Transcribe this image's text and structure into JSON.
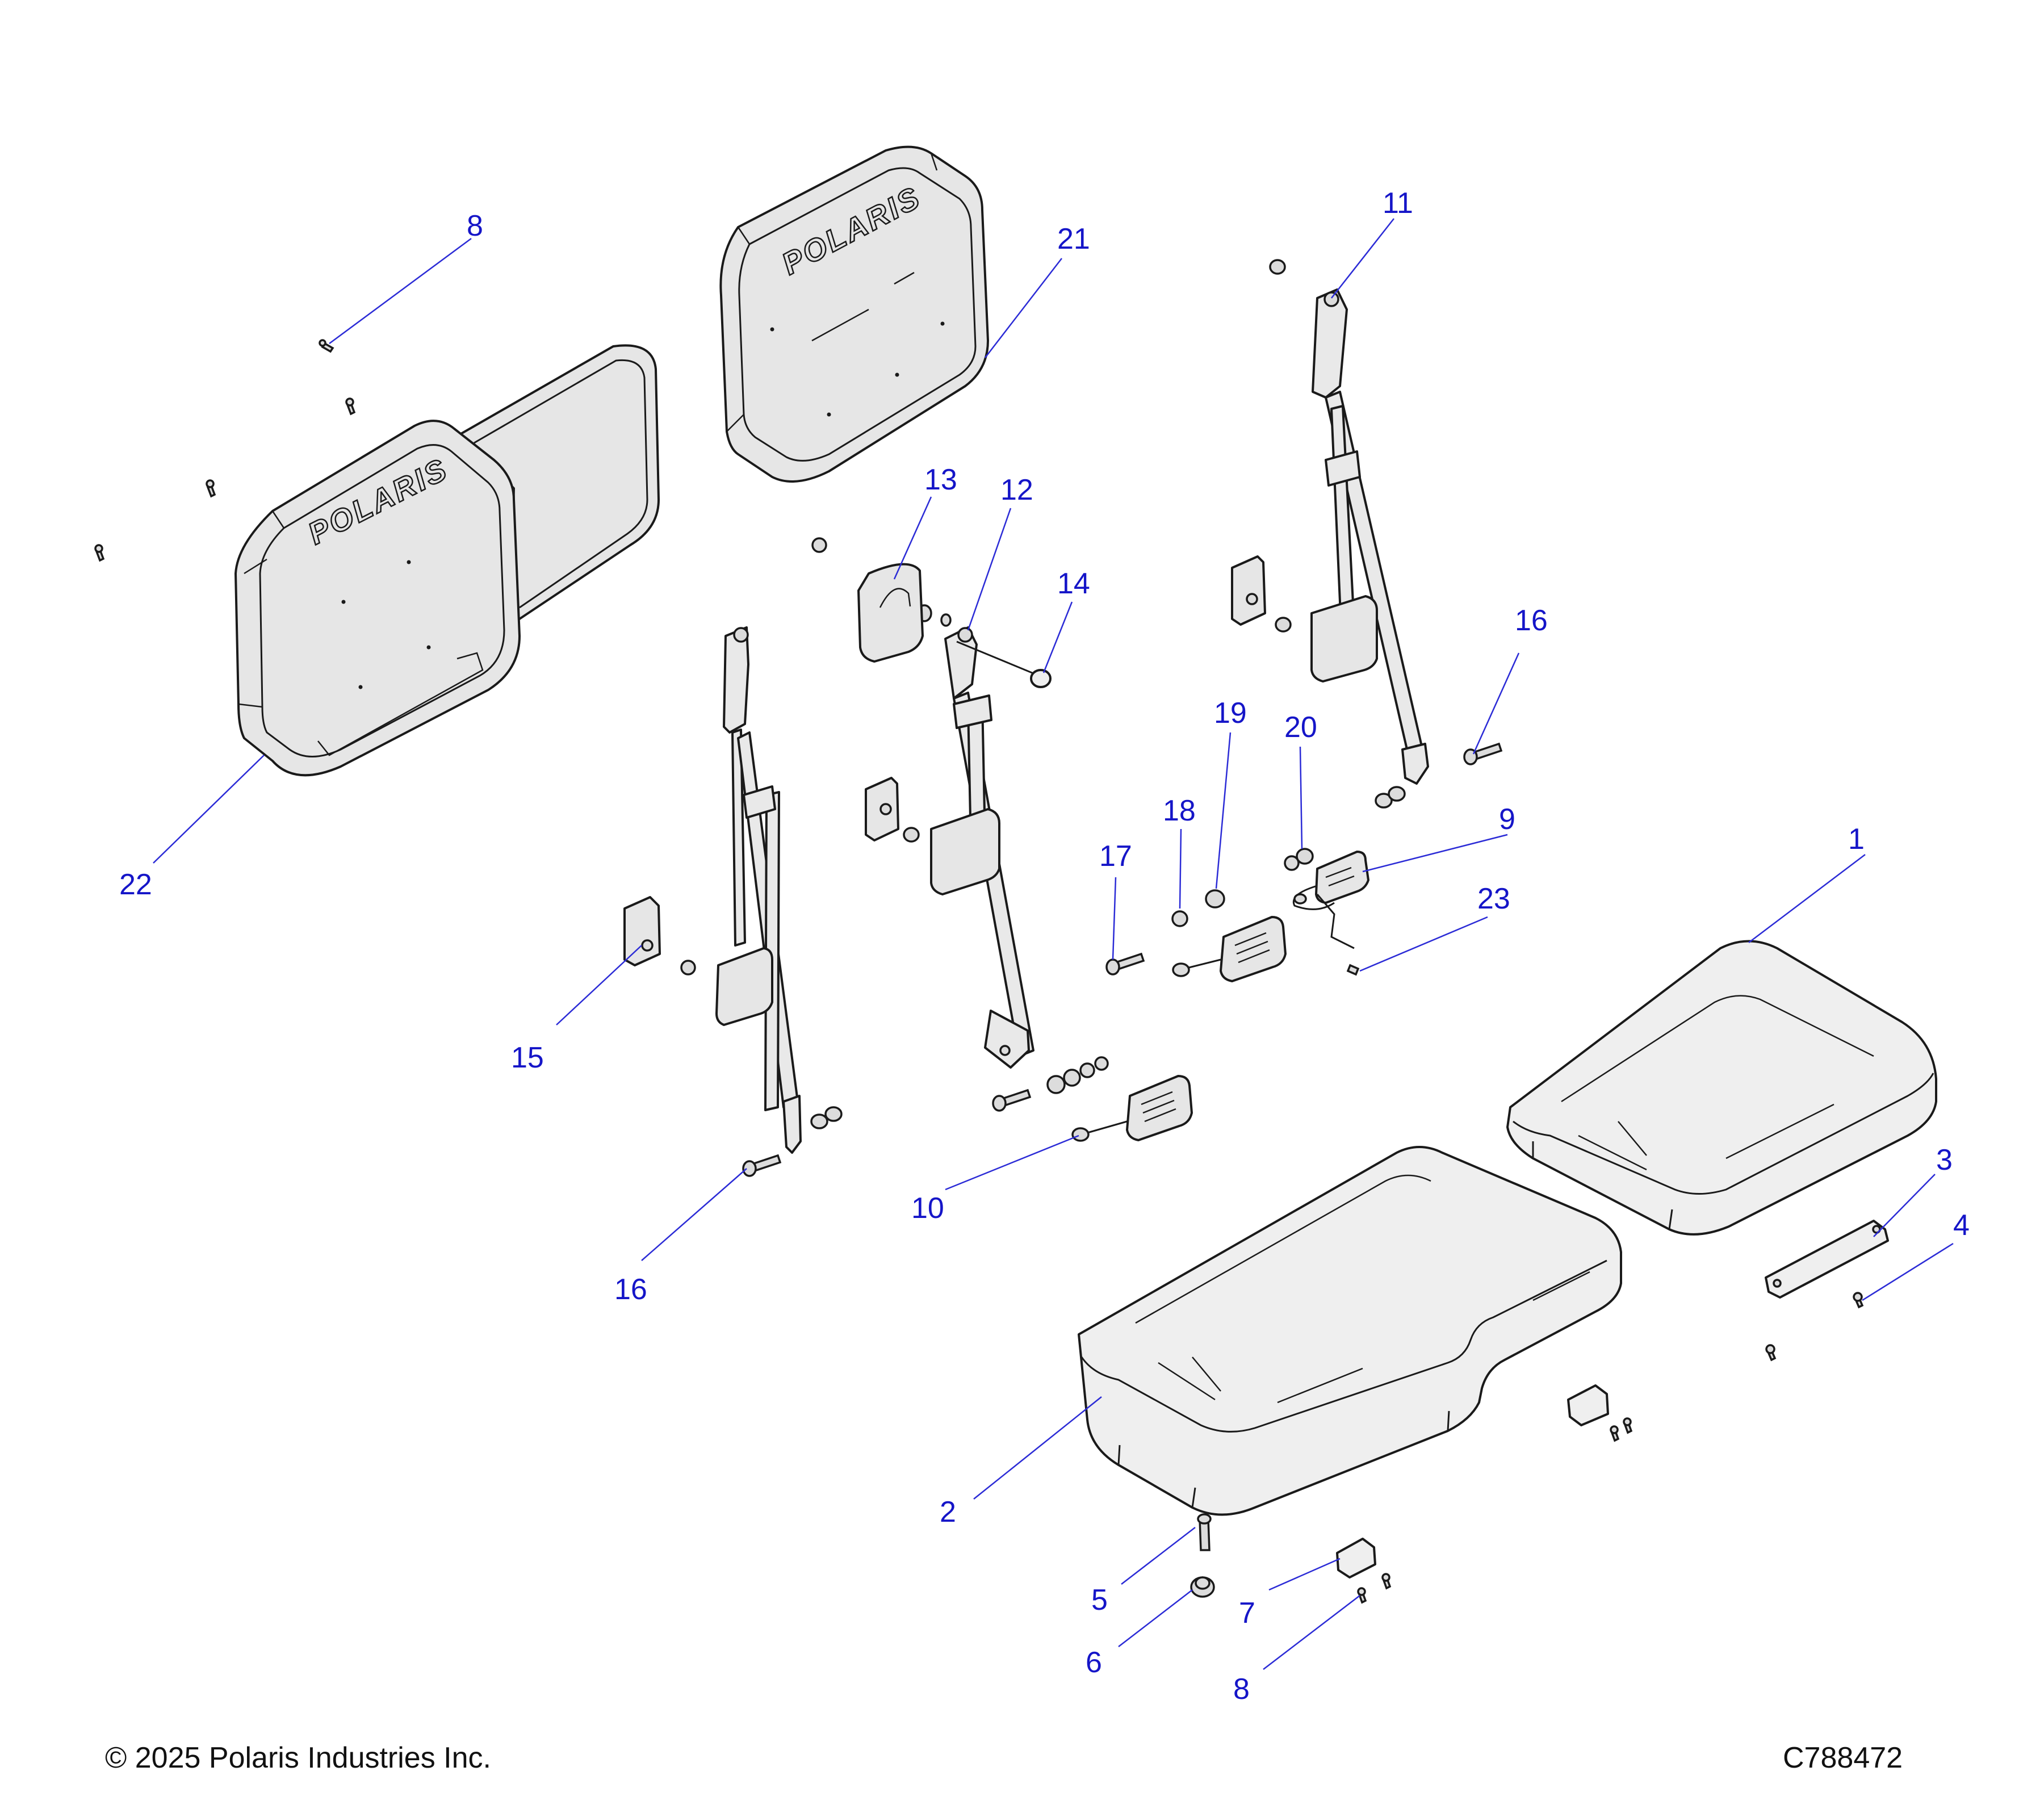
{
  "diagram": {
    "brand_mark": "POLARIS",
    "callouts": {
      "seat_bottom_right": "1",
      "seat_bottom_left": "2",
      "bracket_long": "3",
      "screw_small_right": "4",
      "stud_bolt": "5",
      "flange_nut": "6",
      "bracket_small": "7",
      "screw_bottom": "8",
      "screw_top": "8",
      "buckle_with_harness": "9",
      "buckle_center": "10",
      "belt_right": "11",
      "belt_center": "12",
      "cover_large": "13",
      "cap": "14",
      "spacer_block": "15",
      "bolt_right": "16",
      "bolt_left": "16",
      "bolt_17": "17",
      "washer_18": "18",
      "spacer_19": "19",
      "nut_20": "20",
      "backrest_right": "21",
      "backrest_left": "22",
      "wire_clip": "23"
    }
  },
  "footer": {
    "copyright": "© 2025 Polaris Industries Inc.",
    "drawing_number": "C788472"
  }
}
